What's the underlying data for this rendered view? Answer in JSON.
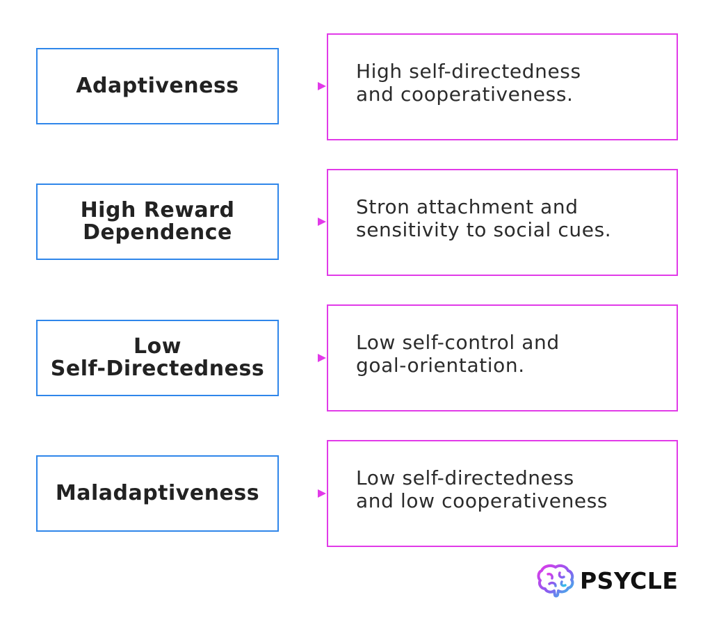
{
  "rows": [
    {
      "term": "Adaptiveness",
      "description": "High self-directedness\nand cooperativeness."
    },
    {
      "term": "High Reward\nDependence",
      "description": "Stron attachment and\nsensitivity to social cues."
    },
    {
      "term": "Low\nSelf-Directedness",
      "description": "Low self-control and\ngoal-orientation."
    },
    {
      "term": "Maladaptiveness",
      "description": "Low self-directedness\nand low cooperativeness"
    }
  ],
  "brand": {
    "name": "PSYCLE",
    "icon": "brain-icon"
  },
  "colors": {
    "term_border": "#2f86ea",
    "description_border": "#e13ae8",
    "arrow_start": "#2f86ea",
    "arrow_end": "#e13ae8"
  }
}
